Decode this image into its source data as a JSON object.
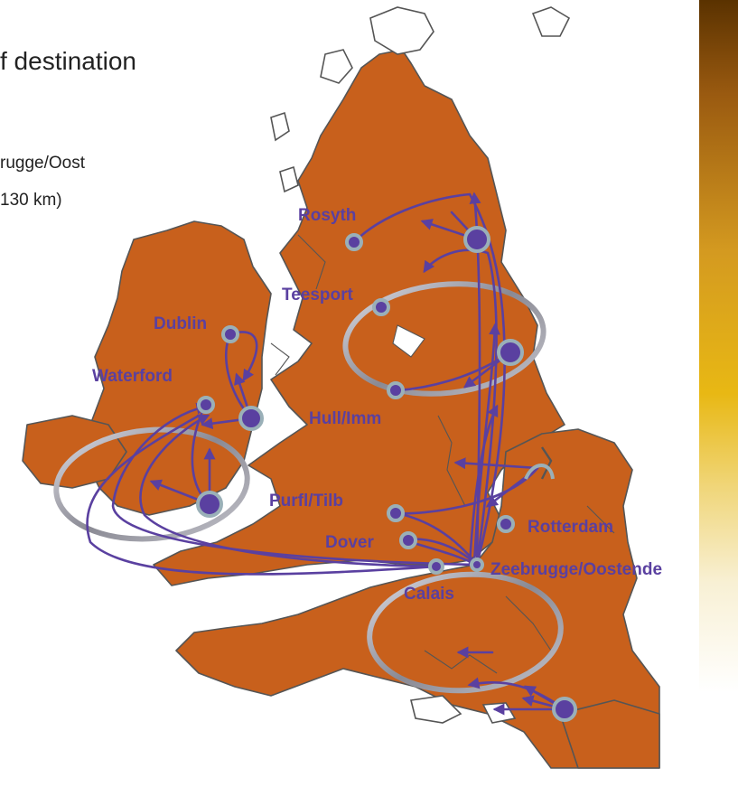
{
  "slide": {
    "headline": "f destination",
    "sub_lines": [
      "rugge/Oost",
      "130 km)"
    ]
  },
  "map": {
    "ports": [
      {
        "name": "Rosyth",
        "label": "Rosyth"
      },
      {
        "name": "Teesport",
        "label": "Teesport"
      },
      {
        "name": "Dublin",
        "label": "Dublin"
      },
      {
        "name": "Waterford",
        "label": "Waterford"
      },
      {
        "name": "Hull/Imm",
        "label": "Hull/Imm"
      },
      {
        "name": "Purfl/Tilb",
        "label": "Purfl/Tilb"
      },
      {
        "name": "Rotterdam",
        "label": "Rotterdam"
      },
      {
        "name": "Dover",
        "label": "Dover"
      },
      {
        "name": "Zeebrugge/Oostende",
        "label": "Zeebrugge/Oostende"
      },
      {
        "name": "Calais",
        "label": "Calais"
      }
    ],
    "colors": {
      "land": "#c8601c",
      "coast": "#555555",
      "route": "#5a40a0",
      "port_ring": "#9ab0b8",
      "region_ellipse": "#a0a0a8",
      "sidebar_top": "#5a3200",
      "sidebar_mid": "#e8b814"
    }
  }
}
